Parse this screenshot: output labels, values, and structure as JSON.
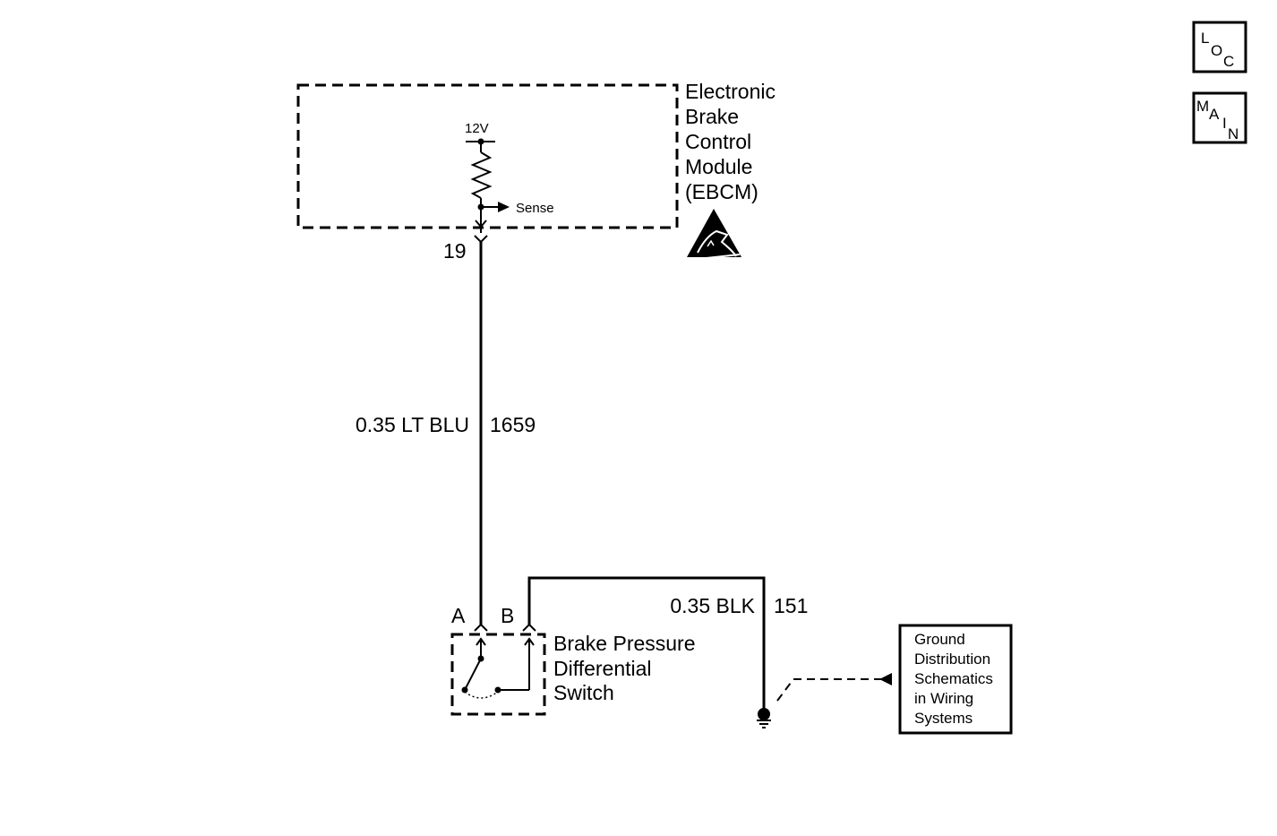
{
  "nav": {
    "loc": {
      "l1": "L",
      "l2": "O",
      "l3": "C"
    },
    "main": {
      "l1": "M",
      "l2": "A",
      "l3": "I",
      "l4": "N"
    }
  },
  "ebcm": {
    "name_lines": [
      "Electronic",
      "Brake",
      "Control",
      "Module",
      "(EBCM)"
    ],
    "voltage": "12V",
    "sense": "Sense",
    "pin": "19",
    "esd_icon": "esd-warning-icon"
  },
  "wire_a": {
    "gauge_color": "0.35 LT BLU",
    "circuit": "1659"
  },
  "wire_b": {
    "gauge_color": "0.35 BLK",
    "circuit": "151"
  },
  "switch": {
    "pin_a": "A",
    "pin_b": "B",
    "name_lines": [
      "Brake Pressure",
      "Differential",
      "Switch"
    ]
  },
  "ground_ref": {
    "lines": [
      "Ground",
      "Distribution",
      "Schematics",
      "in Wiring",
      "Systems"
    ]
  }
}
